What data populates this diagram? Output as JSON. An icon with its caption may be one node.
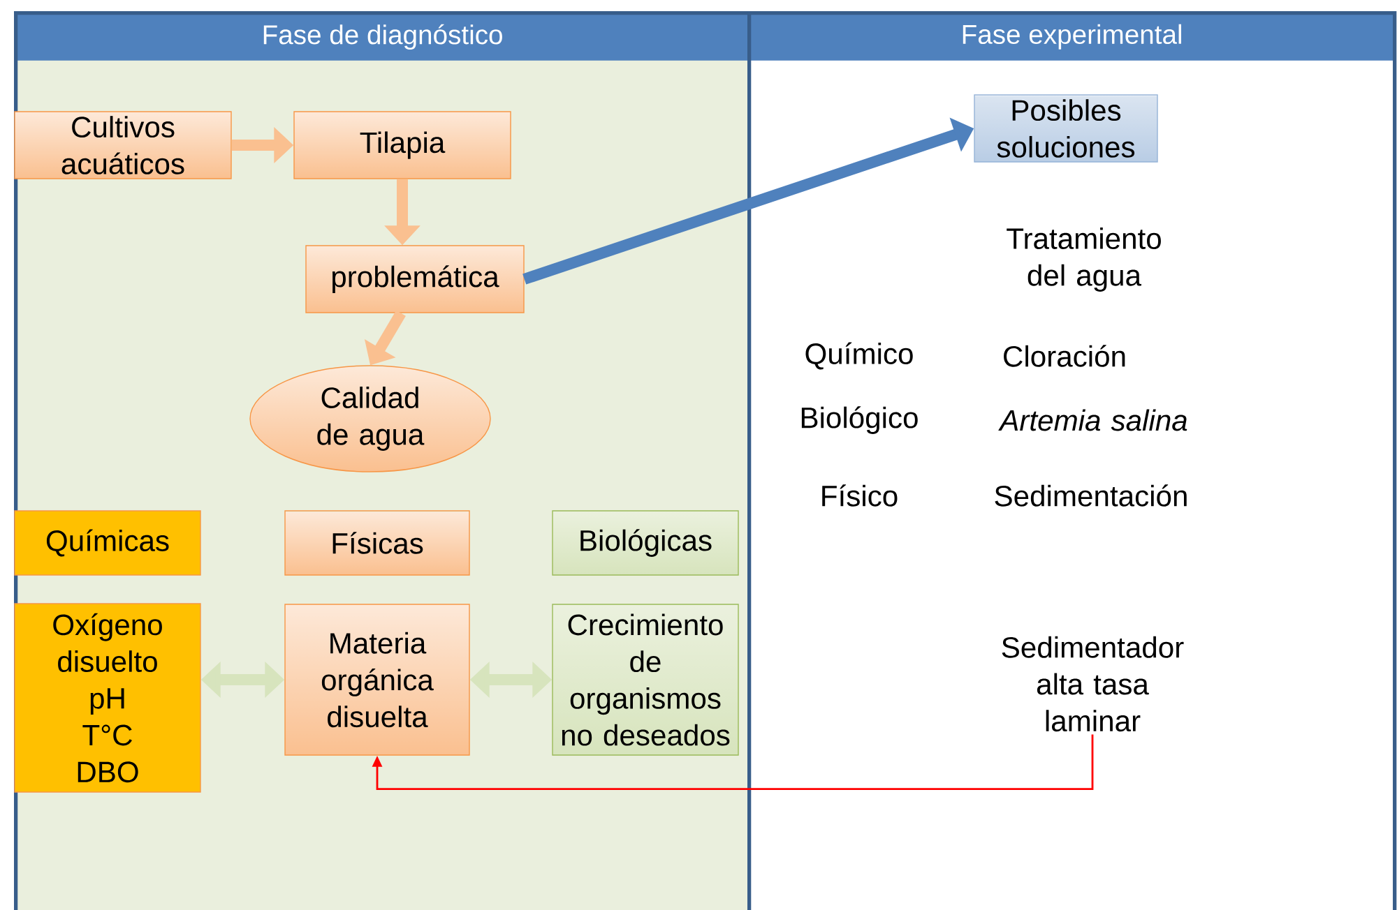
{
  "diagram": {
    "nodes": [
      {
        "text": [
          "Fase de diagnóstico"
        ]
      },
      {
        "text": [
          "Fase experimental"
        ]
      },
      {
        "text": [
          "Cultivos acuáticos"
        ],
        "in": 0
      },
      {
        "text": [
          "Tilapia"
        ],
        "in": 0
      },
      {
        "text": [
          "problemática"
        ],
        "in": 0
      },
      {
        "text": [
          "Calidad de agua"
        ],
        "in": 0
      },
      {
        "text": [
          "Químicas"
        ],
        "in": 0
      },
      {
        "text": [
          "Físicas"
        ],
        "in": 0
      },
      {
        "text": [
          "Biológicas"
        ],
        "in": 0
      },
      {
        "text": [
          "Oxígeno disuelto",
          "pH",
          "T°C",
          "DBO"
        ],
        "in": 0
      },
      {
        "text": [
          "Materia orgánica disuelta"
        ],
        "in": 0
      },
      {
        "text": [
          "Crecimiento de organismos no deseados"
        ],
        "in": 0
      },
      {
        "text": [
          "Posibles soluciones"
        ],
        "in": 1
      },
      {
        "text": [
          "Sedimentador alta tasa laminar"
        ],
        "in": 1
      }
    ],
    "edges": [
      {
        "from": 2,
        "to": 3,
        "arrow": "to"
      },
      {
        "from": 3,
        "to": 4,
        "arrow": "to"
      },
      {
        "from": 4,
        "to": 5,
        "arrow": "to"
      },
      {
        "from": 4,
        "to": 12,
        "arrow": "to",
        "color": "#4f81bd"
      },
      {
        "from": 9,
        "to": 10,
        "arrow": "both",
        "color": "#d7e4bd"
      },
      {
        "from": 10,
        "to": 11,
        "arrow": "both",
        "color": "#d7e4bd"
      },
      {
        "from": 13,
        "to": 10,
        "arrow": "to",
        "color": "#ff0000"
      }
    ],
    "labels": [
      "Tratamiento del agua",
      "Químico",
      "Cloración",
      "Biológico",
      "Artemia salina",
      "Físico",
      "Sedimentación"
    ]
  }
}
